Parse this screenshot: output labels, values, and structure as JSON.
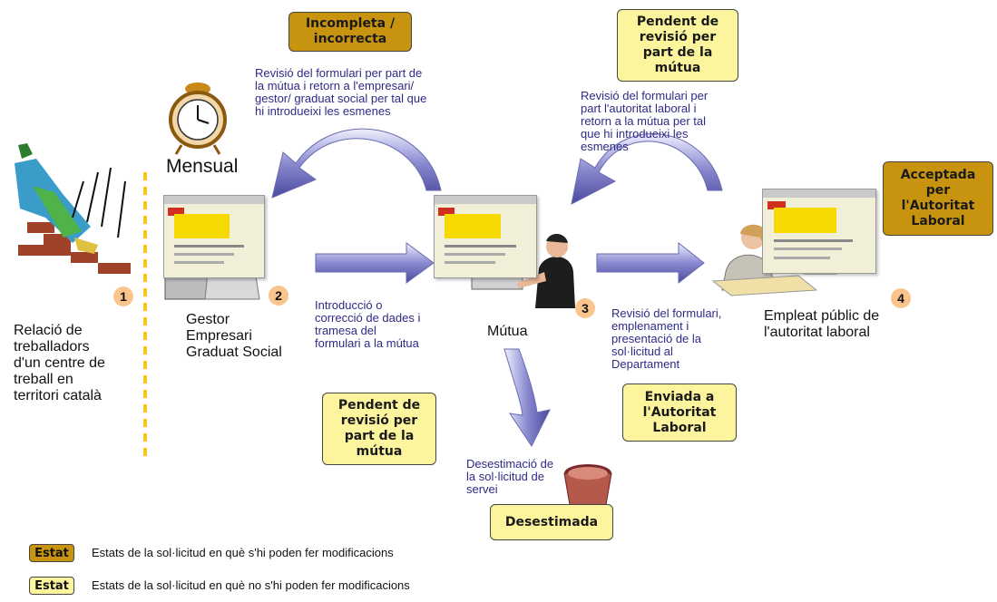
{
  "states": {
    "incompleta": "Incompleta /\nincorrecta",
    "pendent_autoritat": "Pendent de\nrevisió per\npart de la\nmútua",
    "acceptada": "Acceptada\nper\nl'Autoritat\nLaboral",
    "enviada": "Enviada a\nl'Autoritat\nLaboral",
    "pendent_mutua": "Pendent de\nrevisió per\npart de la\nmútua",
    "desestimada": "Desestimada"
  },
  "descriptions": {
    "revisio_mutua": "Revisió del formulari per part de\nla mútua i retorn a l'empresari/\ngestor/ graduat social per tal que\nhi introdueixi les esmenes",
    "revisio_autoritat": "Revisió del formulari per\npart l'autoritat laboral i\nretorn a la mútua per tal\nque hi introdueixi les\nesmenes",
    "introduccio": "Introducció o\ncorrecció de dades i\ntramesa del\nformulari a la mútua",
    "revisio_emplenament": "Revisió del formulari,\nemplenament i\npresentació de la\nsol·licitud al\nDepartament",
    "desestimacio": "Desestimació de\nla sol·licitud de\nservei"
  },
  "actors": {
    "relacio": "Relació de\ntreballadors\nd'un centre de\ntreball en\nterritori català",
    "gestor": "Gestor\nEmpresari\nGraduat Social",
    "mutua": "Mútua",
    "empleat": "Empleat públic de\nl'autoritat laboral",
    "mensual": "Mensual"
  },
  "numbers": {
    "n1": "1",
    "n2": "2",
    "n3": "3",
    "n4": "4"
  },
  "legend": {
    "tag": "Estat",
    "modifiable": "Estats de la sol·licitud en què s'hi poden fer modificacions",
    "non_modifiable": "Estats de la sol·licitud en què no s'hi poden fer modificacions"
  },
  "colors": {
    "state_modifiable": "#c89410",
    "state_non_modifiable": "#fdf59e",
    "description_text": "#2d2b86",
    "arrow": "#7d7dc6",
    "step_number": "#fbc48c",
    "dashed_line": "#f5c518"
  }
}
